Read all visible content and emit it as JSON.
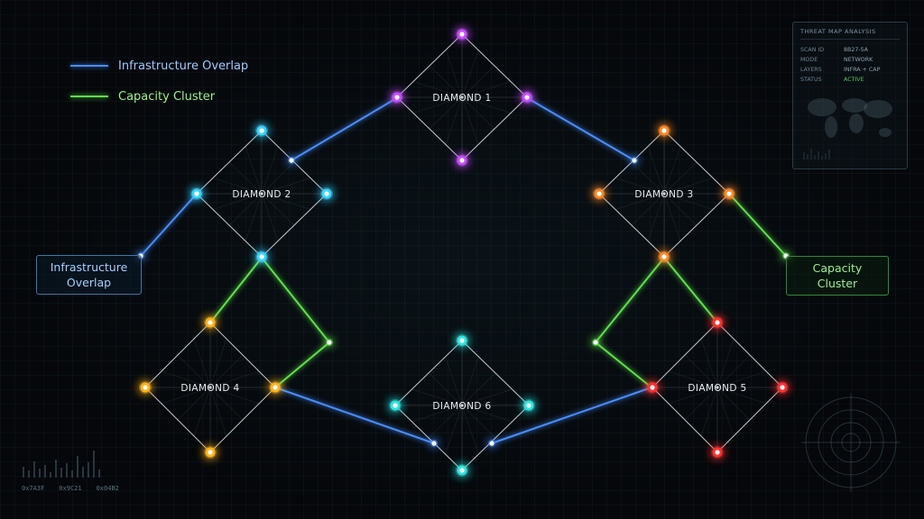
{
  "legend": {
    "items": [
      {
        "label": "Infrastructure Overlap",
        "color": "#4a8dff"
      },
      {
        "label": "Capacity Cluster",
        "color": "#5fe04a"
      }
    ]
  },
  "callouts": {
    "left": {
      "line1": "Infrastructure",
      "line2": "Overlap"
    },
    "right": {
      "line1": "Capacity",
      "line2": "Cluster"
    }
  },
  "diamonds": [
    {
      "id": "d1",
      "label": "DIAMOND 1",
      "color": "#c84dff"
    },
    {
      "id": "d2",
      "label": "DIAMOND 2",
      "color": "#37d6ff"
    },
    {
      "id": "d3",
      "label": "DIAMOND 3",
      "color": "#ff8a26"
    },
    {
      "id": "d4",
      "label": "DIAMOND 4",
      "color": "#ffb21f"
    },
    {
      "id": "d5",
      "label": "DIAMOND 5",
      "color": "#ff3030"
    },
    {
      "id": "d6",
      "label": "DIAMOND 6",
      "color": "#2ee6e0"
    }
  ],
  "panel": {
    "title": "THREAT MAP ANALYSIS",
    "rows": [
      {
        "key": "SCAN ID",
        "value": "8B27-5A"
      },
      {
        "key": "MODE",
        "value": "NETWORK"
      },
      {
        "key": "LAYERS",
        "value": "INFRA + CAP"
      },
      {
        "key": "STATUS",
        "value": "ACTIVE"
      }
    ]
  },
  "hex_codes": [
    "0x7A3F",
    "0x9C21",
    "0x04B2"
  ],
  "colors": {
    "blue_edge": "#4a8dff",
    "green_edge": "#5fe04a",
    "white_edge": "#d9dde2"
  }
}
